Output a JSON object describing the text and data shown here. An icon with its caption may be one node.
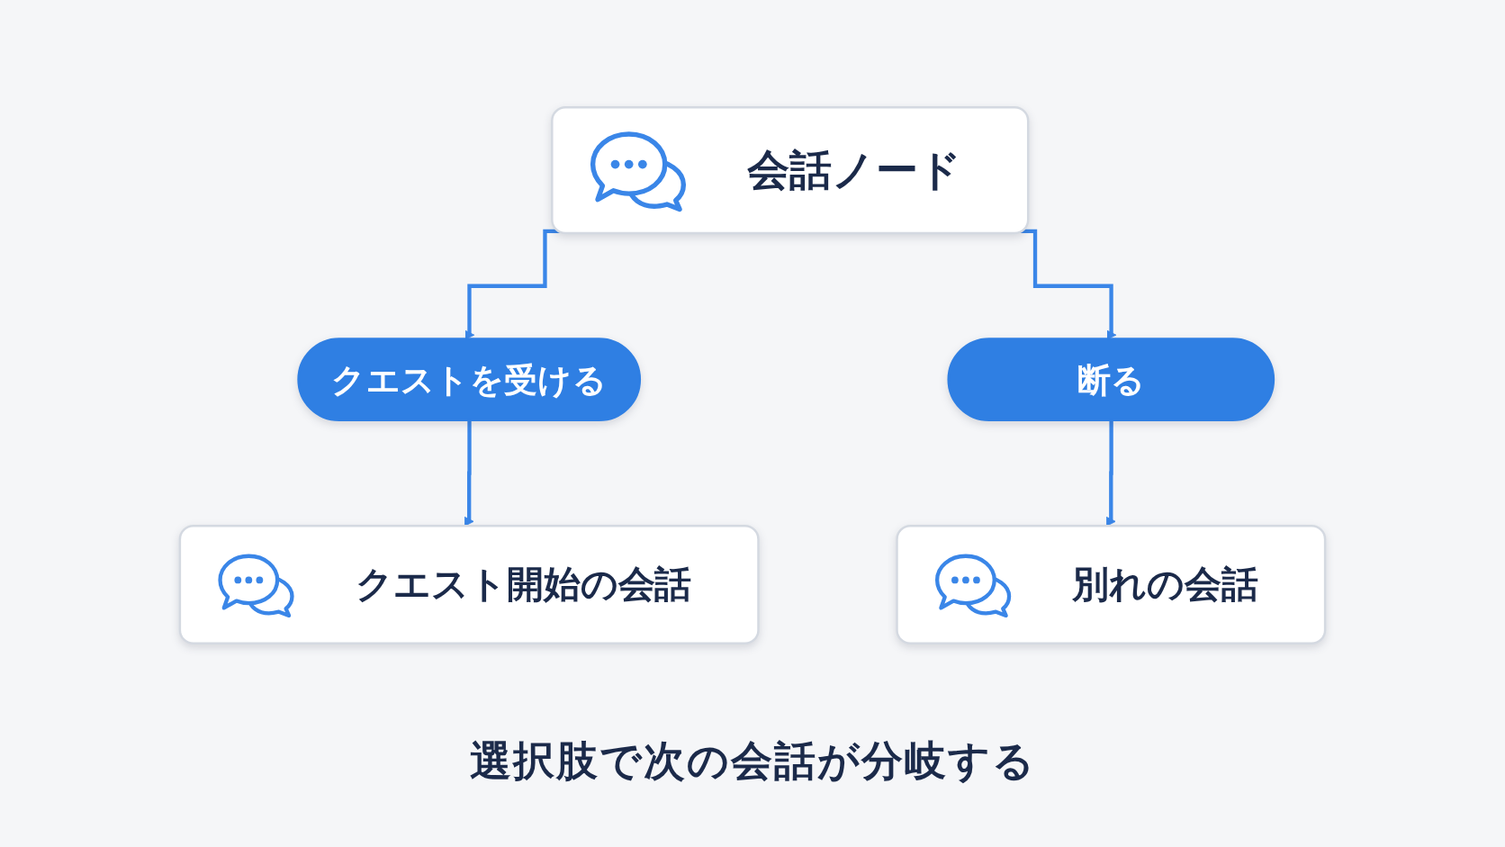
{
  "diagram": {
    "caption": "選択肢で次の会話が分岐する",
    "nodes": [
      {
        "text": [
          "会話ノード"
        ]
      },
      {
        "text": [
          "クエストを受ける"
        ]
      },
      {
        "text": [
          "断る"
        ]
      },
      {
        "text": [
          "クエスト開始の会話"
        ]
      },
      {
        "text": [
          "別れの会話"
        ]
      }
    ],
    "edges": [
      {
        "from": 0,
        "to": 1,
        "arrow": "to"
      },
      {
        "from": 0,
        "to": 2,
        "arrow": "to"
      },
      {
        "from": 1,
        "to": 3,
        "arrow": "to"
      },
      {
        "from": 2,
        "to": 4,
        "arrow": "to"
      }
    ]
  }
}
